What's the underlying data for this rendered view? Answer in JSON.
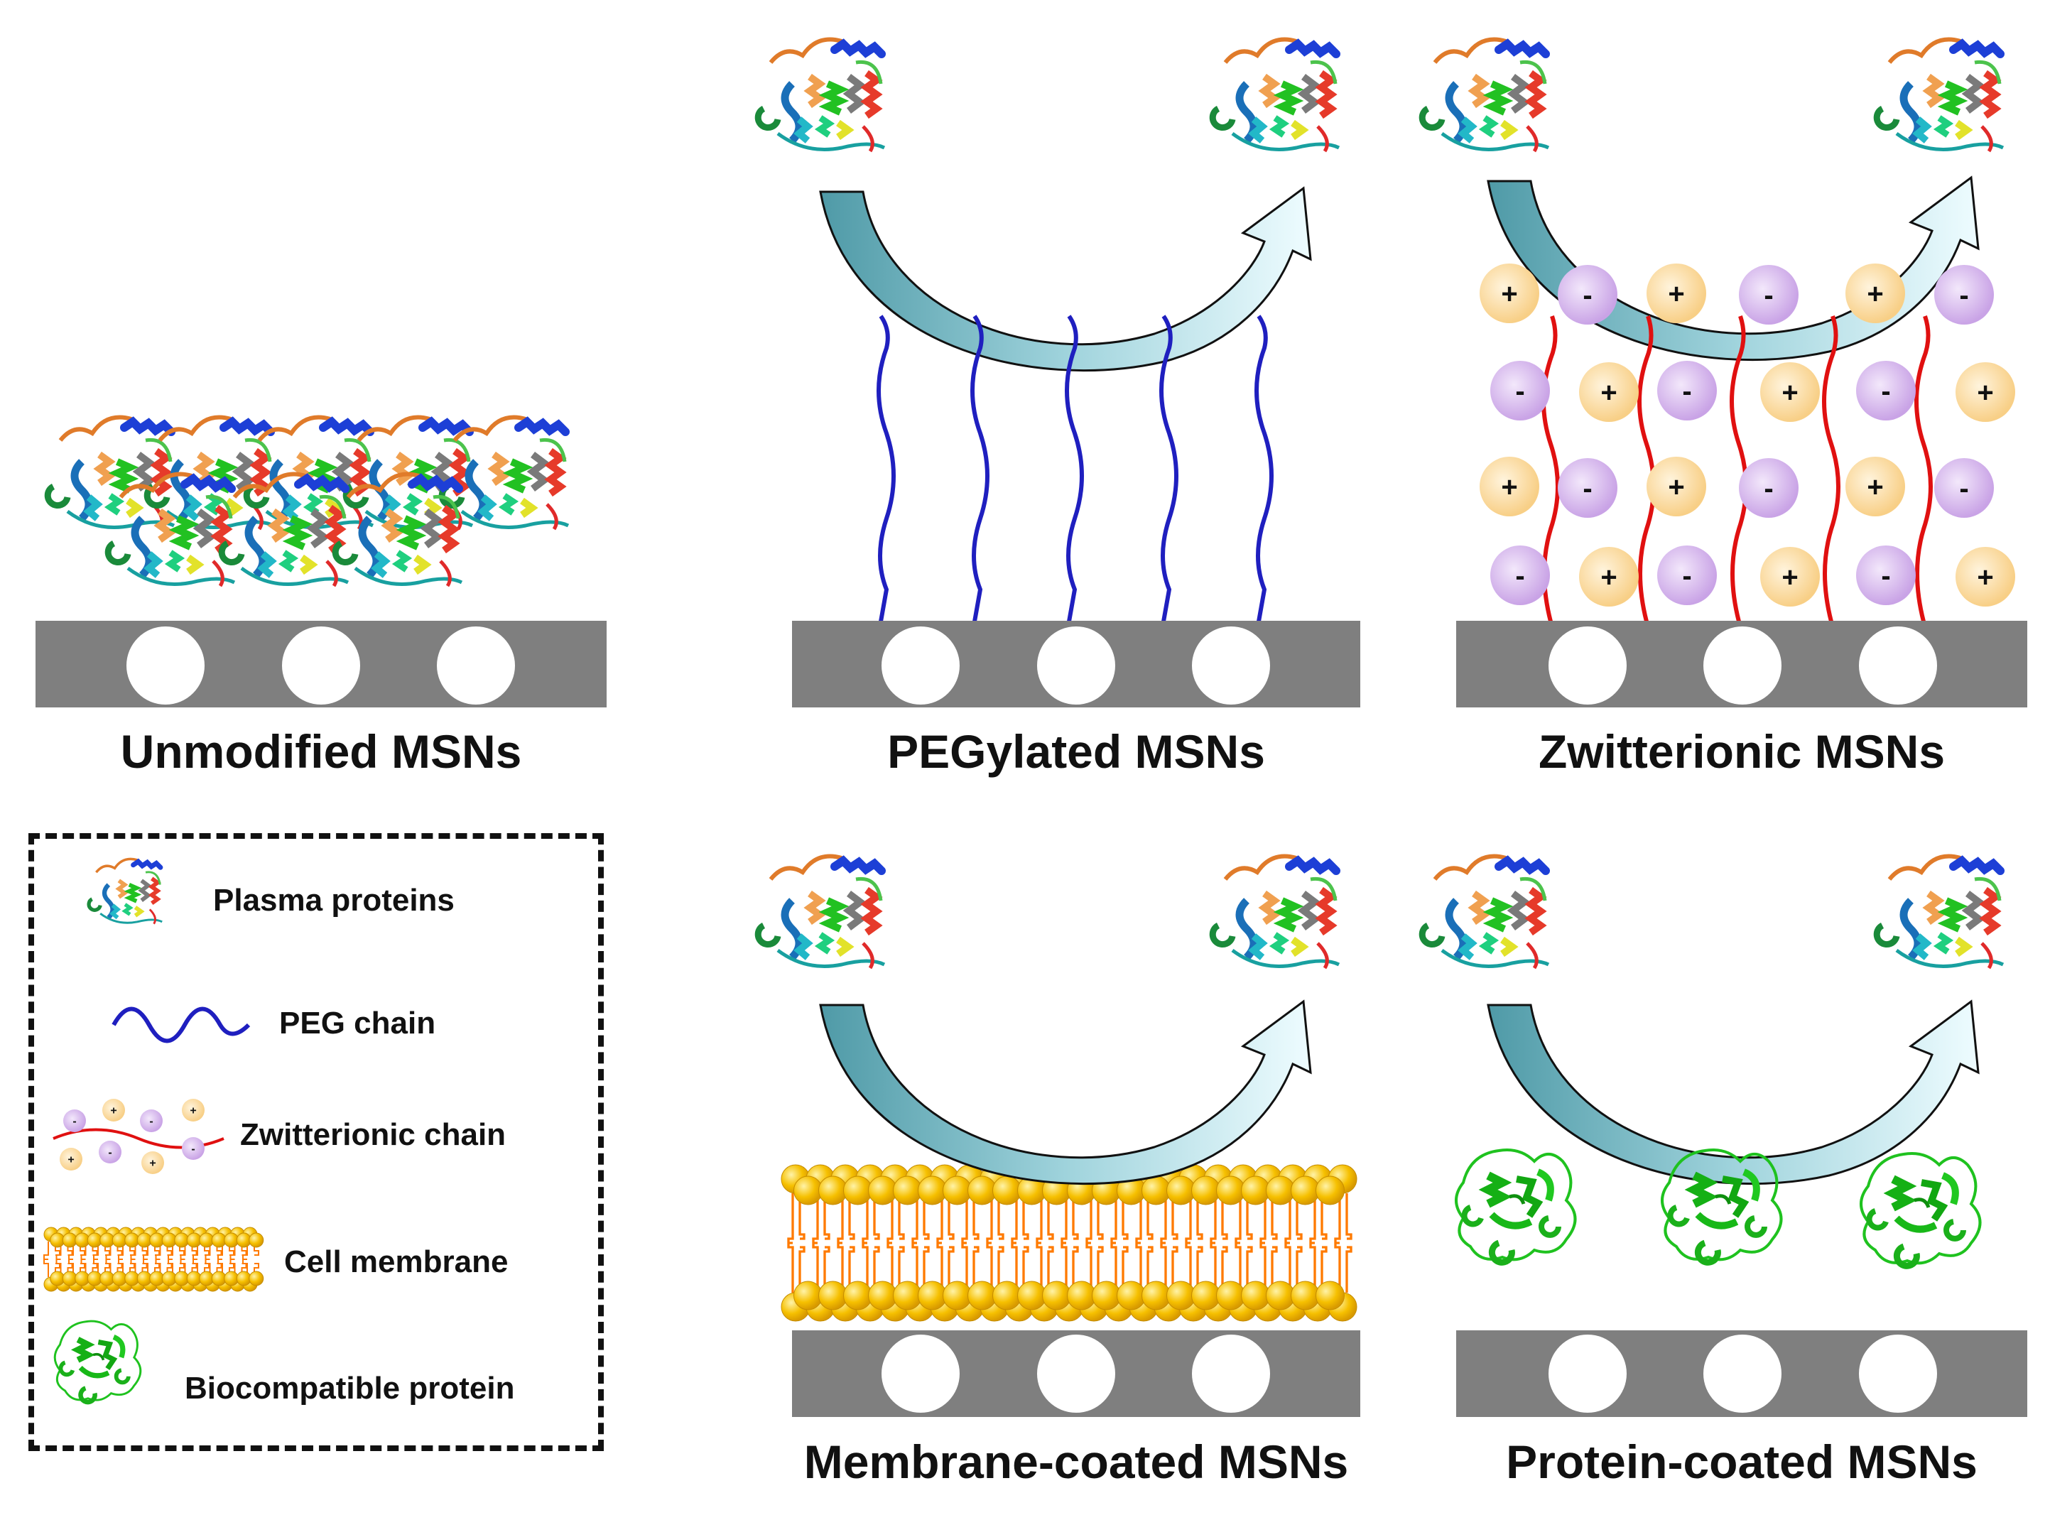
{
  "panels": {
    "unmodified": {
      "title": "Unmodified MSNs"
    },
    "pegylated": {
      "title": "PEGylated MSNs"
    },
    "zwitterionic": {
      "title": "Zwitterionic MSNs"
    },
    "membrane": {
      "title": "Membrane-coated MSNs"
    },
    "protein": {
      "title": "Protein-coated MSNs"
    }
  },
  "legend": {
    "items": [
      {
        "label": "Plasma proteins",
        "icon": "plasma-protein-icon"
      },
      {
        "label": "PEG chain",
        "icon": "peg-chain-icon"
      },
      {
        "label": "Zwitterionic chain",
        "icon": "zwitterionic-chain-icon"
      },
      {
        "label": "Cell membrane",
        "icon": "cell-membrane-icon"
      },
      {
        "label": "Biocompatible protein",
        "icon": "biocompatible-protein-icon"
      }
    ]
  },
  "charges": {
    "plus": "+",
    "minus": "-"
  },
  "colors": {
    "substrate": "#7f7f7f",
    "peg": "#1f1fbf",
    "zwitterion_chain": "#e01010",
    "plus_bead": "#fbd9a0",
    "minus_bead": "#d7b8ee",
    "arrow_dark": "#5aa7b3",
    "arrow_light": "#e6fbff",
    "membrane_head": "#f5b800",
    "membrane_tail": "#ff7a00",
    "bio_protein": "#19b819"
  }
}
